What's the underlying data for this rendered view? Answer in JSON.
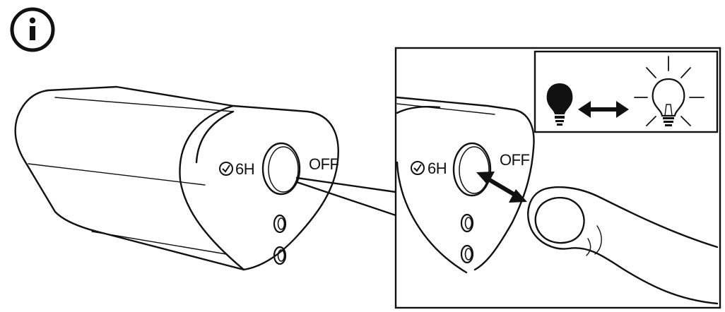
{
  "illustration": {
    "label_6h": "6H",
    "label_off": "OFF",
    "inset_label_6h": "6H",
    "inset_label_off": "OFF"
  },
  "icons": {
    "info": "info-icon",
    "timer": "clock-check-icon",
    "bulb_on": "bulb-on-icon",
    "bulb_off": "bulb-off-icon",
    "swap_arrow": "double-arrow-icon",
    "finger": "finger-press-icon"
  },
  "colors": {
    "ink": "#111111",
    "paper": "#ffffff"
  }
}
